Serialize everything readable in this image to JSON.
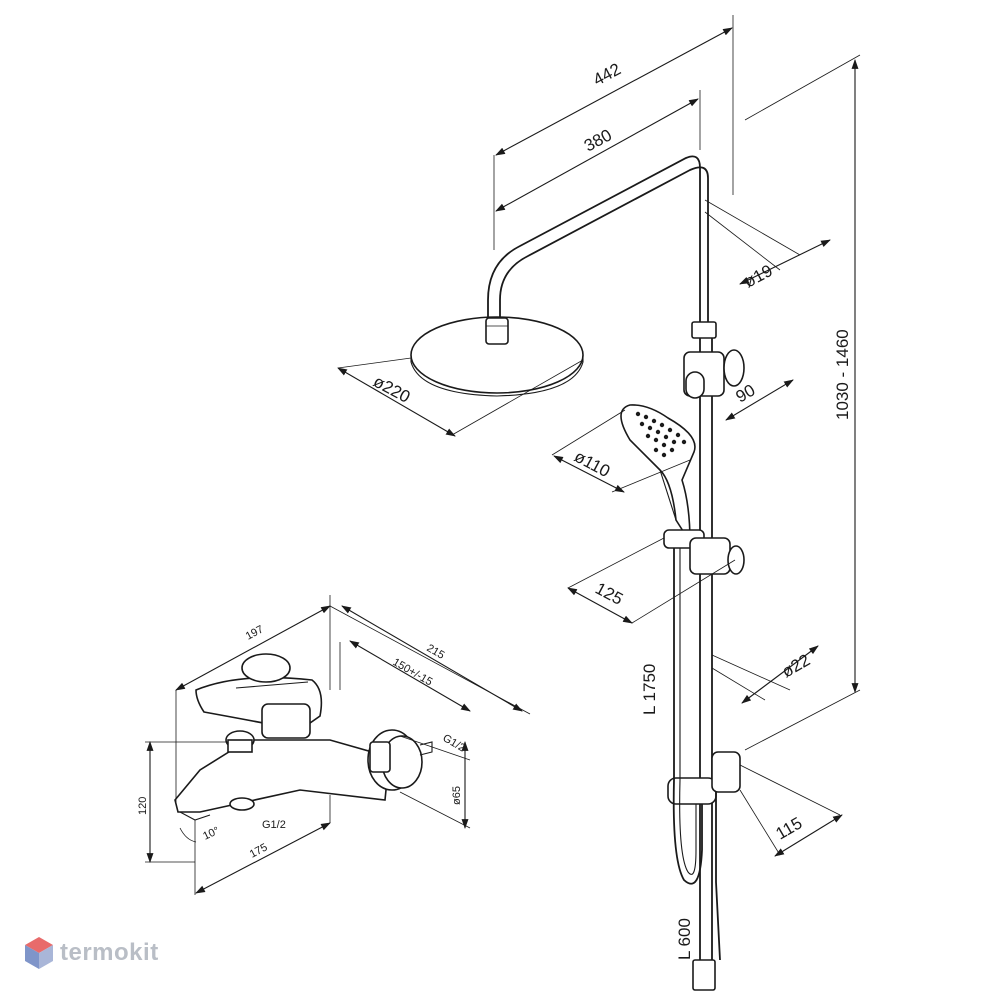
{
  "shower_system": {
    "dims": {
      "arm_outer": "442",
      "arm_inner": "380",
      "pipe_dia": "ø19",
      "head_dia": "ø220",
      "holder_90": "90",
      "hand_dia": "ø110",
      "holder_125": "125",
      "rail_dia": "ø22",
      "height_range": "1030 - 1460",
      "bottom_115": "115",
      "hose_long": "L 1750",
      "hose_short": "L 600"
    }
  },
  "mixer": {
    "dims": {
      "width_197": "197",
      "depth_215": "215",
      "spacing": "150+/-15",
      "thread_top": "G1/2",
      "flange_dia": "ø65",
      "height_120": "120",
      "angle": "10°",
      "thread_bottom": "G1/2",
      "spout_175": "175"
    }
  },
  "brand": {
    "logo_text": "termokit",
    "logo_colors": [
      "#e86b6b",
      "#7f95c9",
      "#a9b6d8"
    ]
  }
}
